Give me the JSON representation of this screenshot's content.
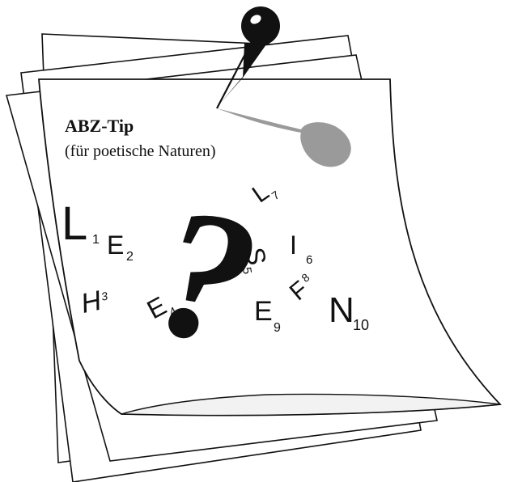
{
  "note": {
    "title": "ABZ-Tip",
    "subtitle": "(für poetische Naturen)"
  },
  "puzzle": {
    "question_mark": "?",
    "letters": [
      {
        "letter": "L",
        "index": "1"
      },
      {
        "letter": "E",
        "index": "2"
      },
      {
        "letter": "H",
        "index": "3"
      },
      {
        "letter": "E",
        "index": "4"
      },
      {
        "letter": "S",
        "index": "5"
      },
      {
        "letter": "I",
        "index": "6"
      },
      {
        "letter": "L",
        "index": "7"
      },
      {
        "letter": "F",
        "index": "8"
      },
      {
        "letter": "E",
        "index": "9"
      },
      {
        "letter": "N",
        "index": "10"
      }
    ]
  }
}
